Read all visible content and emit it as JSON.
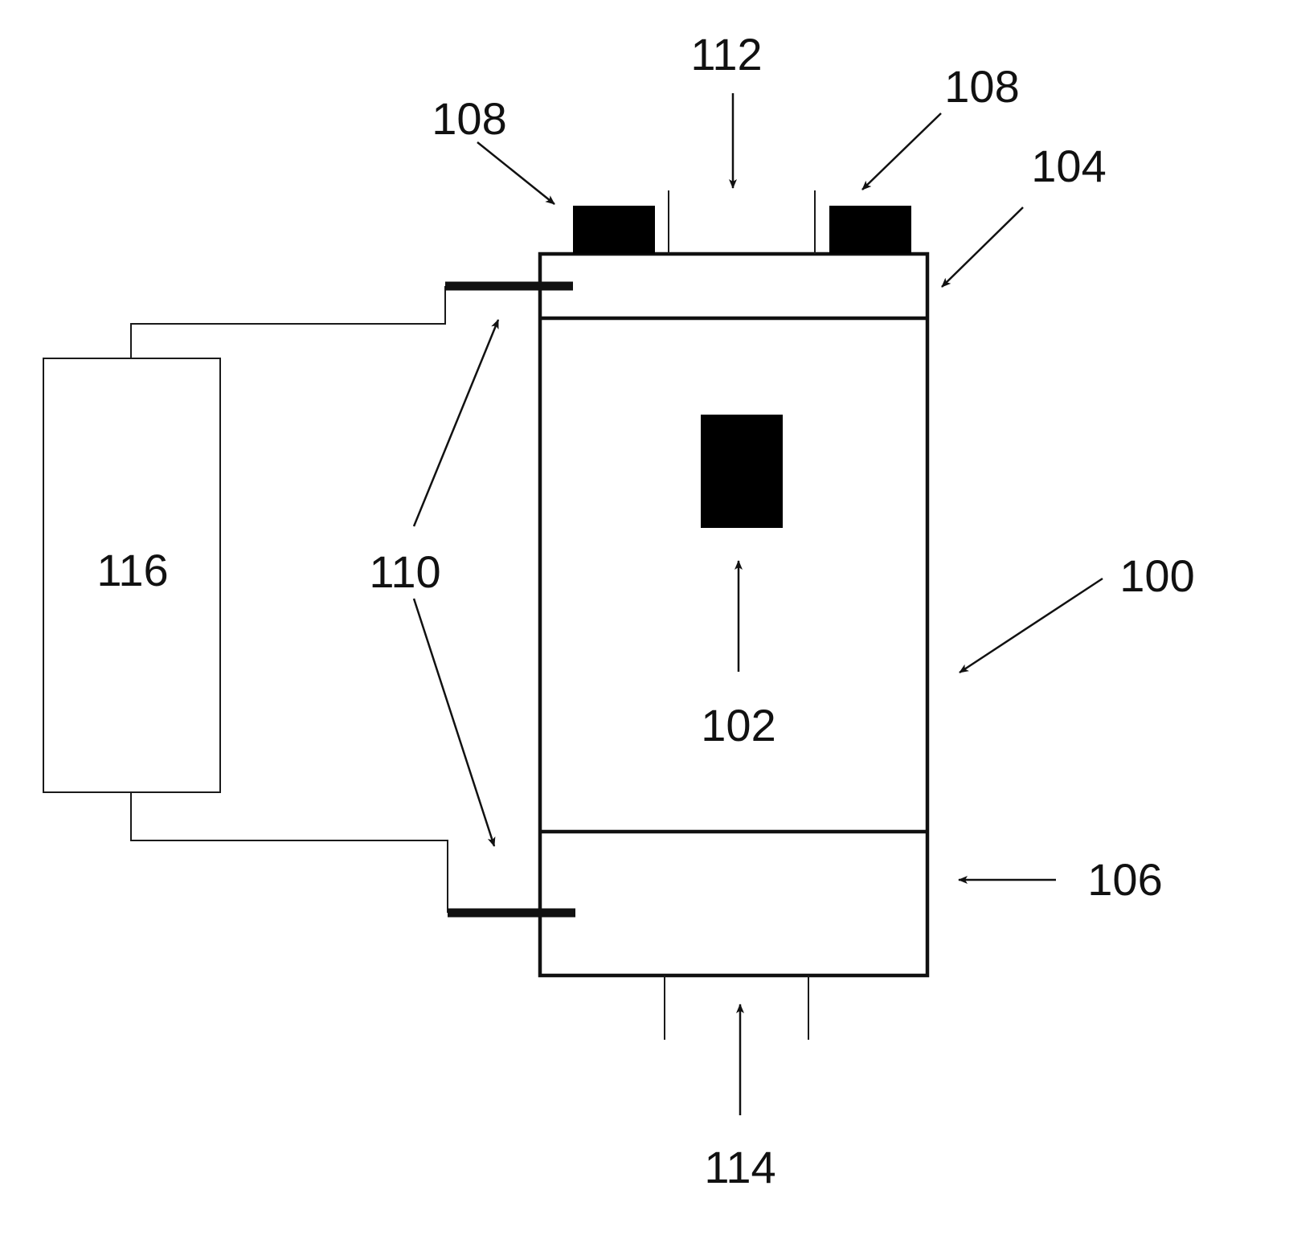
{
  "labels": {
    "ref_100": "100",
    "ref_102": "102",
    "ref_104": "104",
    "ref_106": "106",
    "ref_108_left": "108",
    "ref_108_right": "108",
    "ref_110": "110",
    "ref_112": "112",
    "ref_114": "114",
    "ref_116": "116"
  },
  "colors": {
    "ink": "#111111",
    "background": "#ffffff"
  }
}
